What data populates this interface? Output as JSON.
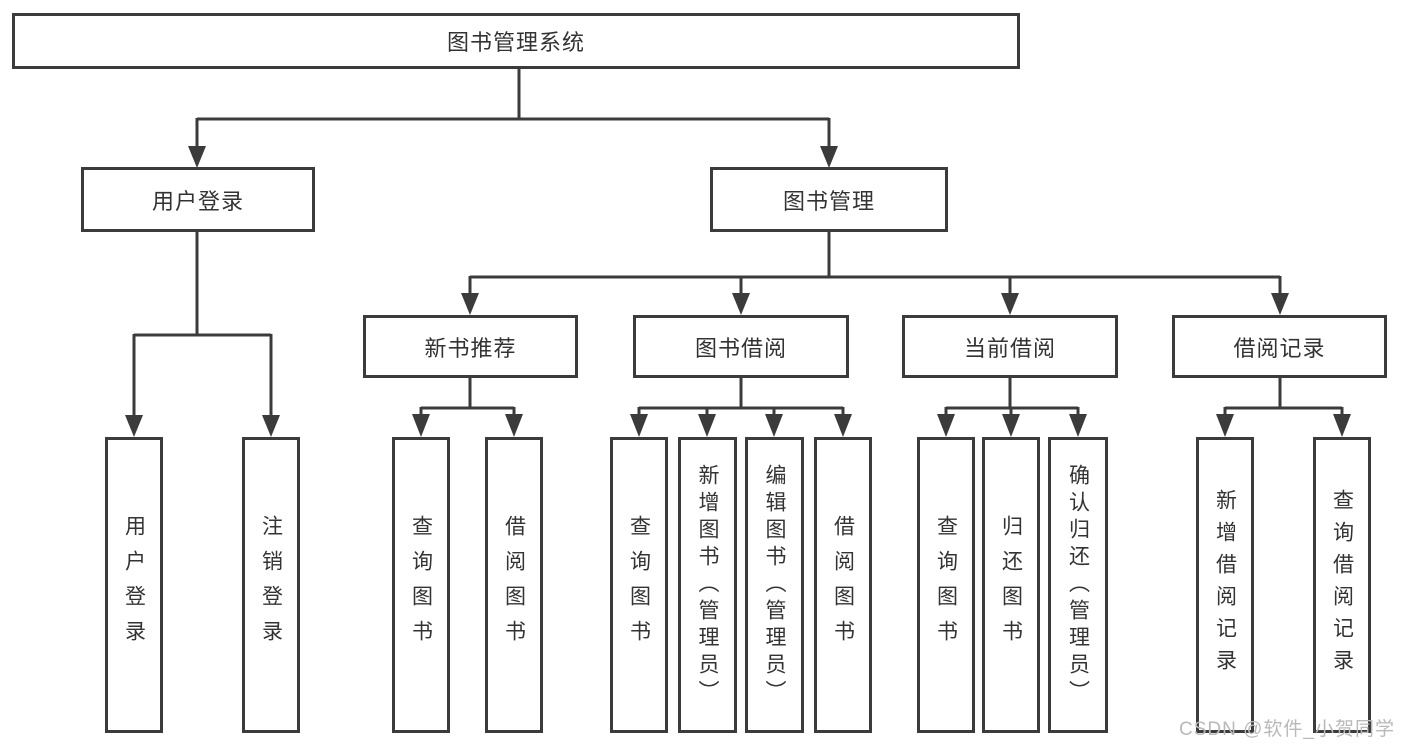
{
  "diagram": {
    "title": "图书管理系统",
    "root": {
      "label": "图书管理系统"
    },
    "level2": [
      {
        "label": "用户登录"
      },
      {
        "label": "图书管理"
      }
    ],
    "level3": [
      {
        "label": "新书推荐"
      },
      {
        "label": "图书借阅"
      },
      {
        "label": "当前借阅"
      },
      {
        "label": "借阅记录"
      }
    ],
    "leaves": [
      {
        "label": "用户登录",
        "parent": "用户登录"
      },
      {
        "label": "注销登录",
        "parent": "用户登录"
      },
      {
        "label": "查询图书",
        "parent": "新书推荐"
      },
      {
        "label": "借阅图书",
        "parent": "新书推荐"
      },
      {
        "label": "查询图书",
        "parent": "图书借阅"
      },
      {
        "label": "新增图书（管理员）",
        "parent": "图书借阅"
      },
      {
        "label": "编辑图书（管理员）",
        "parent": "图书借阅"
      },
      {
        "label": "借阅图书",
        "parent": "图书借阅"
      },
      {
        "label": "查询图书",
        "parent": "当前借阅"
      },
      {
        "label": "归还图书",
        "parent": "当前借阅"
      },
      {
        "label": "确认归还（管理员）",
        "parent": "当前借阅"
      },
      {
        "label": "新增借阅记录",
        "parent": "借阅记录"
      },
      {
        "label": "查询借阅记录",
        "parent": "借阅记录"
      }
    ],
    "colors": {
      "line": "#3b3b3b",
      "text": "#333333",
      "background": "#ffffff",
      "watermark": "#b9b9b9"
    }
  },
  "watermark": {
    "text": "CSDN @软件_小贺同学"
  }
}
